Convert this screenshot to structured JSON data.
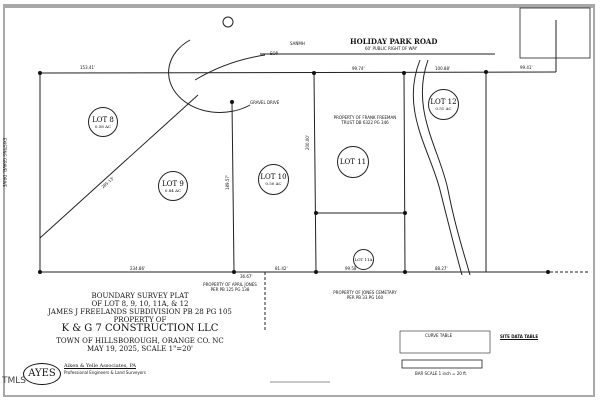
{
  "road": {
    "name": "HOLIDAY PARK ROAD",
    "row": "60' PUBLIC RIGHT OF WAY"
  },
  "lots": [
    {
      "label": "LOT 8",
      "area": "0.58 AC"
    },
    {
      "label": "LOT 9",
      "area": "0.84 AC"
    },
    {
      "label": "LOT 10",
      "area": "0.50 AC"
    },
    {
      "label": "LOT 11",
      "area": ""
    },
    {
      "label": "LOT 12",
      "area": "0.51 AC"
    },
    {
      "label": "LOT 11A",
      "area": ""
    }
  ],
  "labels": {
    "gravel_drive": "GRAVEL DRIVE",
    "sanmh": "SANMH",
    "eop": "EOP",
    "freeman": "PROPERTY OF FRANK FREEMAN TRUST DB 6322 PG 346",
    "april_jones": "PROPERTY OF APRIL JONES PER PB 125 PG 138",
    "jones_cemetery": "PROPERTY OF JONES CEMETARY PER PB 33 PG 160",
    "existing_gravel": "EXISTING GRAVEL DRIVE",
    "bearings": [
      "153.41'",
      "99.74'",
      "100.88'",
      "99.41'",
      "234.86'",
      "81.42'",
      "99.58'",
      "88.27'",
      "36.67'",
      "200.00'",
      "189.57'",
      "285.13'"
    ]
  },
  "title_block": {
    "line1": "BOUNDARY SURVEY PLAT",
    "line2": "OF LOT 8, 9, 10, 11A, & 12",
    "line3": "JAMES J FREELANDS SUBDIVISION PB 28 PG 105",
    "line4": "PROPERTY OF",
    "owner": "K & G 7 CONSTRUCTION LLC",
    "line5": "TOWN OF HILLSBOROUGH, ORANGE CO.  NC",
    "line6": "MAY 19, 2025, SCALE 1\"=20'",
    "firm_logo": "AYES",
    "firm_name": "Aiken & Yelle Associates, PA",
    "firm_sub": "Professional Engineers & Land Surveyors"
  },
  "tables": {
    "curve_title": "CURVE TABLE",
    "site_title": "SITE DATA TABLE",
    "scale_label": "BAR SCALE 1 inch = 20 ft."
  },
  "watermark": "TMLS"
}
